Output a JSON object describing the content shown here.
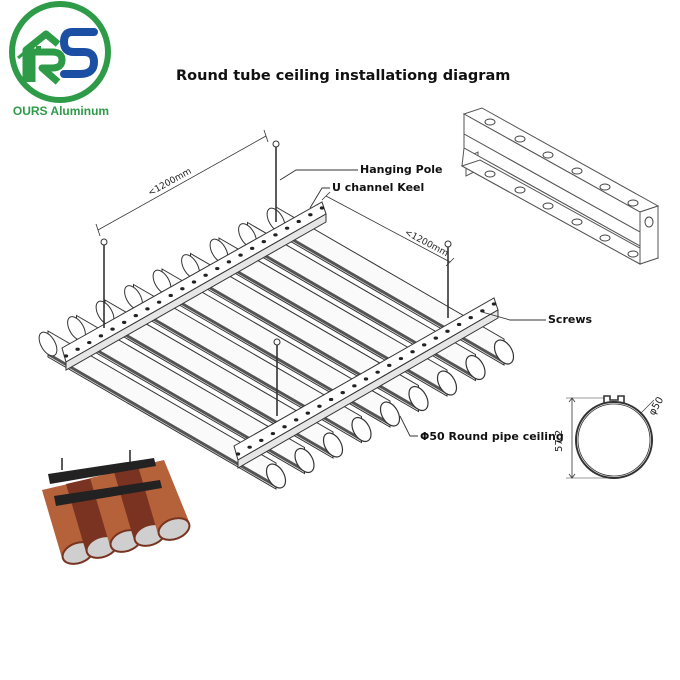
{
  "logo": {
    "monogram": "RS",
    "brand_text": "OURS Aluminum",
    "colors": {
      "green": "#2e9b48",
      "blue": "#1b4fa3"
    }
  },
  "diagram": {
    "title": "Round tube ceiling installationg diagram",
    "labels": {
      "hanging_pole": "Hanging Pole",
      "u_channel_keel": "U channel Keel",
      "screws": "Screws",
      "round_pipe": "Φ50 Round pipe ceiling"
    },
    "dimensions": {
      "span_left": "<1200mm",
      "span_right": "<1200mm",
      "profile_height": "57.2",
      "profile_diameter": "φ50"
    },
    "pipe_count": 9
  },
  "photo": {
    "colors": {
      "wood": "#b5613a",
      "dark_wood": "#7a3320",
      "keel": "#222222"
    }
  }
}
